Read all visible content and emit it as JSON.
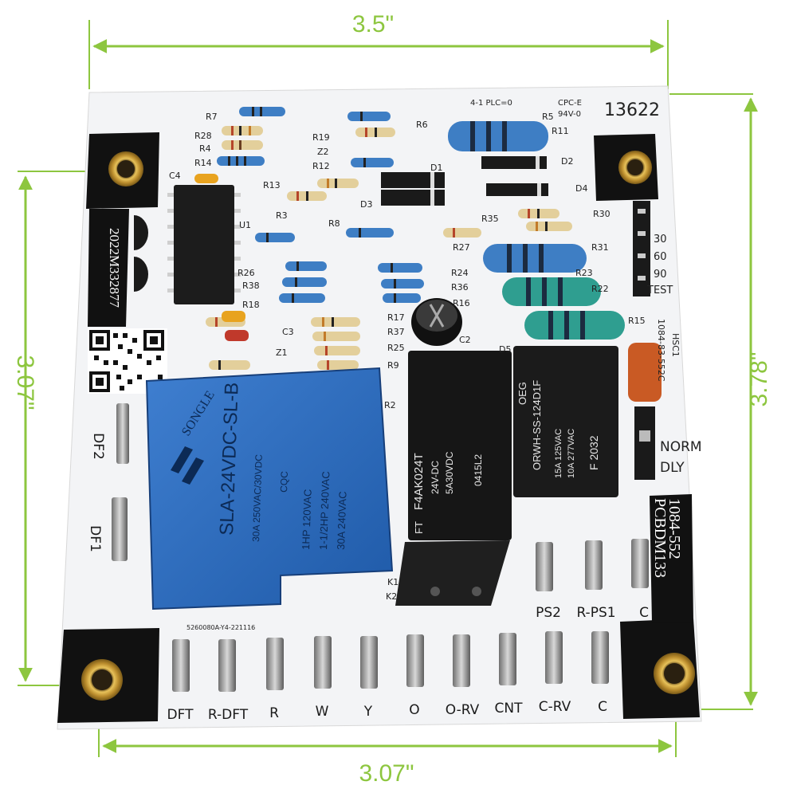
{
  "dimensions": {
    "top_width": "3.5\"",
    "right_height": "3.78\"",
    "left_height": "3.07\"",
    "bottom_width": "3.07\""
  },
  "board": {
    "vertical_code": "2022M332877",
    "top_code": "13622",
    "cpc": "CPC-E",
    "rating": "94V-0",
    "plc": "4-1 PLC=0",
    "part_right": "1084-83-552C",
    "hsc": "HSC1",
    "model_line1": "1084-552",
    "model_line2": "PCBDM133",
    "lot": "5260080A-Y4-221116",
    "timer_labels": [
      "30",
      "60",
      "90",
      "TEST"
    ],
    "jumper_labels": [
      "NORM",
      "DLY"
    ],
    "side_terminals": [
      "DF2",
      "DF1"
    ],
    "right_terminals": [
      "PS2",
      "R-PS1",
      "C"
    ],
    "bottom_terminals": [
      "DFT",
      "R-DFT",
      "R",
      "W",
      "Y",
      "O",
      "O-RV",
      "CNT",
      "C-RV",
      "C"
    ],
    "component_refs": [
      "R7",
      "R28",
      "R4",
      "R14",
      "C4",
      "R13",
      "R3",
      "U1",
      "R12",
      "R19",
      "Z2",
      "R6",
      "R5",
      "R11",
      "D2",
      "D4",
      "D3",
      "D1",
      "R35",
      "R30",
      "R8",
      "R27",
      "R31",
      "R23",
      "R22",
      "R24",
      "R36",
      "R26",
      "R38",
      "R18",
      "R17",
      "R37",
      "R25",
      "R9",
      "C3",
      "Z1",
      "C2",
      "R15",
      "D5",
      "R2",
      "K1",
      "K2",
      "R16"
    ]
  },
  "relay_main": {
    "brand": "SONGLE",
    "model": "SLA-24VDC-SL-B",
    "ratings": [
      "30A 250VAC/30VDC",
      "1HP 120VAC",
      "1-1/2HP 240VAC",
      "30A 240VAC"
    ],
    "cert": "CQC"
  },
  "relay_k2": {
    "brand": "FT",
    "model": "F4AK024T",
    "lines": [
      "24V-DC",
      "5A30VDC",
      "0415L2"
    ]
  },
  "relay_k3": {
    "brand": "OEG",
    "model": "ORWH-SS-124D1F",
    "lines": [
      "15A 125VAC",
      "10A 277VAC",
      "F 2032"
    ]
  }
}
